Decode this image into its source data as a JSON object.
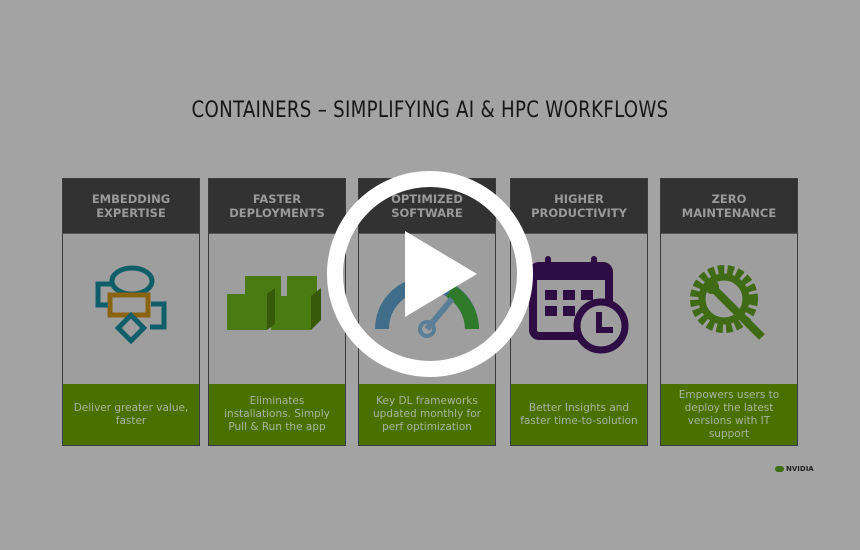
{
  "slide": {
    "title": "CONTAINERS – SIMPLIFYING AI & HPC WORKFLOWS",
    "cards": [
      {
        "heading": "EMBEDDING EXPERTISE",
        "icon": "flowchart-icon",
        "text": "Deliver greater value, faster"
      },
      {
        "heading": "FASTER DEPLOYMENTS",
        "icon": "containers-icon",
        "text": "Eliminates installations. Simply Pull & Run the app"
      },
      {
        "heading": "OPTIMIZED SOFTWARE",
        "icon": "gauge-icon",
        "text": "Key DL frameworks updated monthly for perf optimization"
      },
      {
        "heading": "HIGHER PRODUCTIVITY",
        "icon": "calendar-clock-icon",
        "text": "Better Insights and faster time-to-solution"
      },
      {
        "heading": "ZERO MAINTENANCE",
        "icon": "gear-wrench-icon",
        "text": "Empowers users to deploy the latest versions with IT support"
      }
    ],
    "logo": "NVIDIA"
  },
  "player": {
    "play_icon": "play-icon"
  },
  "colors": {
    "header": "#323232",
    "footer": "#4a7000",
    "background": "#a3a3a3"
  }
}
